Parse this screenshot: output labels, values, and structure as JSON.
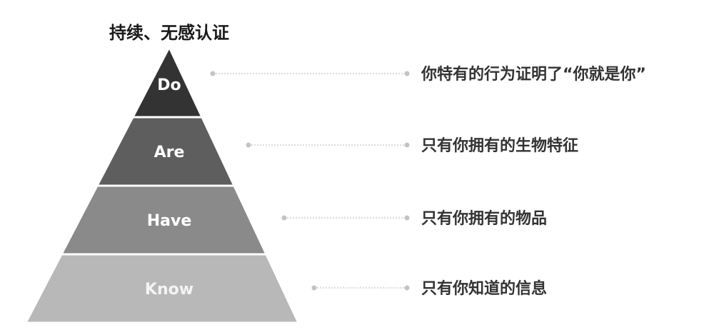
{
  "title": "持续、无感认证",
  "levels": [
    {
      "label": "Do",
      "description": "你特有的行为证明了“你就是你”",
      "fill": "#333333",
      "text_color": "#ffffff"
    },
    {
      "label": "Are",
      "description": "只有你拥有的生物特征",
      "fill": "#5e5e5e",
      "text_color": "#ffffff"
    },
    {
      "label": "Have",
      "description": "只有你拥有的物品",
      "fill": "#8a8a8a",
      "text_color": "#ffffff"
    },
    {
      "label": "Know",
      "description": "只有你知道的信息",
      "fill": "#b8b8b8",
      "text_color": "#f4f4f4"
    }
  ],
  "colors": {
    "separator": "#ffffff",
    "leader_line": "#cfcfcf",
    "leader_dot": "#c4c4c4"
  }
}
